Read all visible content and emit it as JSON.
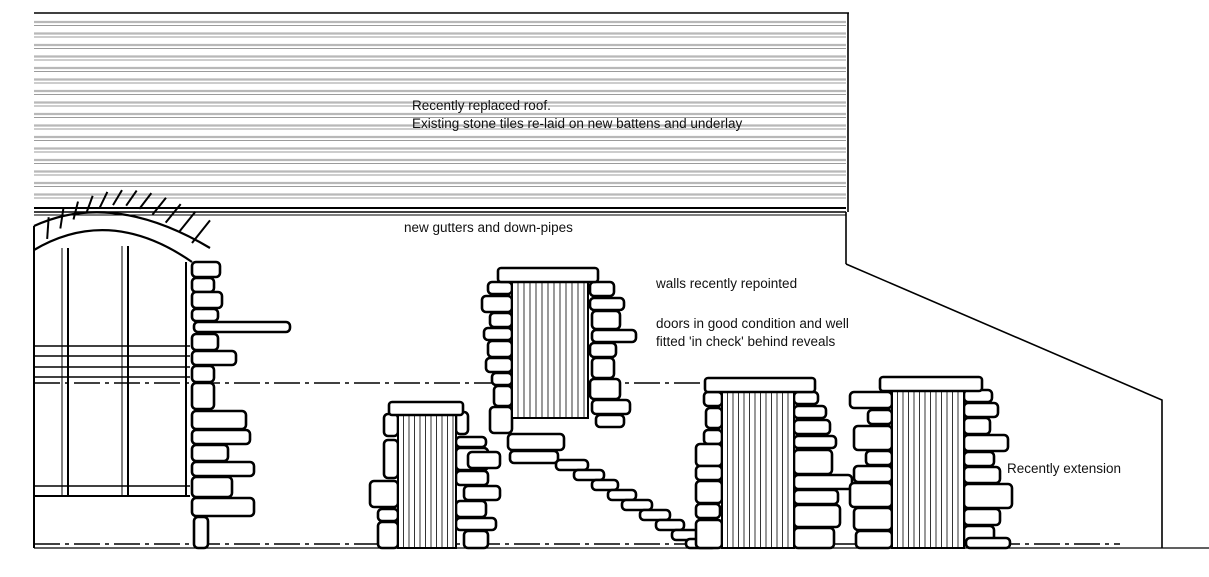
{
  "notes": {
    "roof_line1": "Recently replaced roof.",
    "roof_line2": "Existing stone tiles re-laid on new battens and underlay",
    "gutters": "new gutters and down-pipes",
    "walls": "walls recently repointed",
    "doors_line1": "doors in good condition and well",
    "doors_line2": "fitted 'in check' behind reveals",
    "extension": "Recently extension"
  },
  "colors": {
    "line": "#000000",
    "roof_tile_line": "#b8b8b8",
    "background": "#ffffff"
  }
}
